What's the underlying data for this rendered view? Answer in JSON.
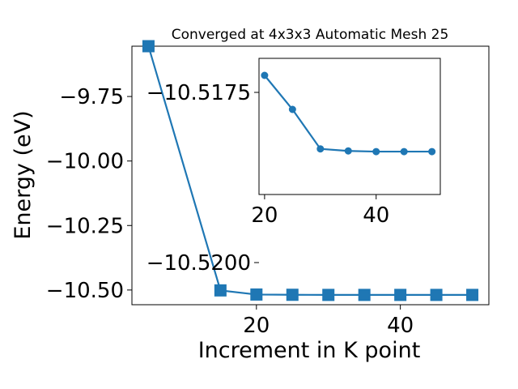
{
  "chart_data": [
    {
      "type": "line",
      "title": "Converged at 4x3x3 Automatic Mesh 25",
      "xlabel": "Increment in K point",
      "ylabel": "Energy (eV)",
      "xlim": [
        2.7,
        52.3
      ],
      "ylim": [
        -10.557,
        -9.555
      ],
      "xticks": [
        20,
        40
      ],
      "yticks": [
        -9.75,
        -10.0,
        -10.25,
        -10.5
      ],
      "ytick_labels": [
        "−9.75",
        "−10.00",
        "−10.25",
        "−10.50"
      ],
      "grid": false,
      "color": "#1f77b4",
      "marker": "square",
      "x": [
        5,
        15,
        20,
        25,
        30,
        35,
        40,
        45,
        50
      ],
      "y": [
        -9.555,
        -10.5015,
        -10.5175,
        -10.5185,
        -10.519,
        -10.519,
        -10.519,
        -10.519,
        -10.519
      ]
    },
    {
      "type": "line",
      "title": "",
      "xlabel": "",
      "ylabel": "",
      "xlim": [
        19.0,
        51.5
      ],
      "ylim": [
        -10.519,
        -10.517
      ],
      "xticks": [
        20,
        40
      ],
      "yticks": [
        -10.52,
        -10.5175
      ],
      "ytick_labels": [
        "−10.5200",
        "−10.5175"
      ],
      "grid": false,
      "color": "#1f77b4",
      "marker": "circle",
      "x": [
        20,
        25,
        30,
        35,
        40,
        45,
        50
      ],
      "y": [
        -10.51725,
        -10.51775,
        -10.51833,
        -10.51836,
        -10.51837,
        -10.51837,
        -10.51837
      ]
    }
  ]
}
